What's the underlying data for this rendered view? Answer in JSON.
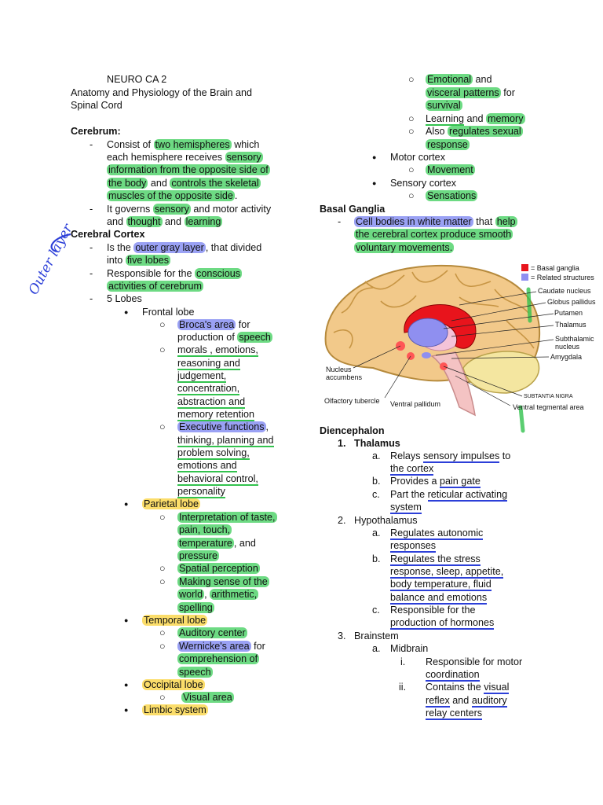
{
  "title": "NEURO CA 2",
  "subtitle_line1": "Anatomy and Physiology of the Brain and",
  "subtitle_line2": "Spinal Cord",
  "cerebrum": {
    "heading": "Cerebrum:",
    "b1_l1a": "Consist of ",
    "b1_l1b": "two hemispheres",
    "b1_l1c": " which",
    "b1_l2a": "each hemisphere receives ",
    "b1_l2b": "sensory",
    "b1_l3": "information from the opposite side of",
    "b1_l4a": "the body",
    "b1_l4b": " and ",
    "b1_l4c": "controls the skeletal",
    "b1_l5a": "muscles of the opposite side",
    "b1_l5b": ".",
    "b2_l1a": "It governs ",
    "b2_l1b": "sensory",
    "b2_l1c": " and motor activity",
    "b2_l2a": "and ",
    "b2_l2b": "thought",
    "b2_l2c": " and ",
    "b2_l2d": "learning"
  },
  "handwriting": {
    "note": "Outer layer"
  },
  "cortex": {
    "heading": "Cerebral Cortex",
    "c1a": "Is the ",
    "c1b": "outer gray layer",
    "c1c": ", that divided",
    "c2a": "into ",
    "c2b": "five lobes",
    "c3a": "Responsible for the ",
    "c3b": "conscious",
    "c4": "activities of cerebrum",
    "c5": "5 Lobes",
    "frontal": "Frontal lobe",
    "f1a": "Broca's area",
    "f1b": " for",
    "f2a": "production of ",
    "f2b": "speech",
    "f3a": "morals , emotions,",
    "f4": "reasoning and",
    "f5": "judgement,",
    "f6": "concentration,",
    "f7": "abstraction and",
    "f8": "memory retention",
    "f9a": "Executive functions",
    "f9b": ",",
    "f10": "thinking, planning and",
    "f11": "problem solving,",
    "f12": "emotions and",
    "f13": "behavioral control,",
    "f14": "personality",
    "parietal": "Parietal lobe",
    "p1": "Interpretation of taste,",
    "p2": "pain, touch,",
    "p3a": "temperature",
    "p3b": ", and",
    "p4": "pressure",
    "p5": "Spatial perception",
    "p6": "Making sense of the",
    "p7a": "world",
    "p7b": ", ",
    "p7c": "arithmetic,",
    "p8": "spelling",
    "temporal": "Temporal lobe",
    "t1": "Auditory center",
    "t2a": "Wernicke's area",
    "t2b": " for",
    "t3": "comprehension of",
    "t4": "speech",
    "occipital": "Occipital lobe",
    "o1": "Visual area",
    "limbic": "Limbic system"
  },
  "right": {
    "l1a": "Emotional",
    "l1b": " and",
    "l2a": "visceral patterns",
    "l2b": " for",
    "l3": "survival",
    "l4a": "Learning",
    "l4b": " and ",
    "l4c": "memory",
    "l5a": "Also ",
    "l5b": "regulates sexual",
    "l6": "response",
    "motor": "Motor cortex",
    "movement": "Movement",
    "sensory": "Sensory cortex",
    "sensations": "Sensations",
    "bg_heading": "Basal Ganglia",
    "bg1a": "Cell  bodies in white matter",
    "bg1b": " that ",
    "bg1c": "help",
    "bg2": "the cerebral cortex produce smooth",
    "bg3": "voluntary movements."
  },
  "figure": {
    "legend1": "= Basal ganglia",
    "legend2": "= Related structures",
    "caudate": "Caudate nucleus",
    "globus": "Globus pallidus",
    "putamen": "Putamen",
    "thalamus": "Thalamus",
    "subthal1": "Subthalamic",
    "subthal2": "nucleus",
    "amygdala": "Amygdala",
    "accumbens1": "Nucleus",
    "accumbens2": "accumbens",
    "olfactory": "Olfactory tubercle",
    "ventral_pallidum": "Ventral pallidum",
    "nigra": "SUBTANTIA NIGRA",
    "vta": "Ventral tegmental area",
    "colors": {
      "basal": "#e8141c",
      "related": "#8f8ff0"
    }
  },
  "dien": {
    "heading": "Diencephalon",
    "n1": "1.",
    "thalamus": "Thalamus",
    "t_a": "a.",
    "t_a1a": "Relays ",
    "t_a1b": "sensory impulses",
    "t_a1c": " to",
    "t_a2": "the cortex",
    "t_b": "b.",
    "t_b1a": "Provides a ",
    "t_b1b": "pain gate",
    "t_c": "c.",
    "t_c1a": "Part the ",
    "t_c1b": "reticular activating",
    "t_c2": "system",
    "n2": "2.",
    "hypo": "Hypothalamus",
    "h_a": "a.",
    "h_a1": "Regulates autonomic",
    "h_a2": "responses",
    "h_b": "b.",
    "h_b1": "Regulates the stress",
    "h_b2": "response, sleep, appetite,",
    "h_b3": "body temperature, fluid",
    "h_b4": "balance and emotions",
    "h_c": "c.",
    "h_c1": "Responsible for the",
    "h_c2": "production of hormones",
    "n3": "3.",
    "brainstem": "Brainstem",
    "bs_a": "a.",
    "midbrain": "Midbrain",
    "m_i": "i.",
    "m_i1": "Responsible for motor",
    "m_i2": "coordination",
    "m_ii": "ii.",
    "m_ii1a": "Contains the ",
    "m_ii1b": "visual",
    "m_ii2a": "reflex",
    "m_ii2b": " and ",
    "m_ii2c": "auditory",
    "m_ii3": "relay centers"
  },
  "bullets": {
    "dash": "-",
    "dot": "●",
    "circle": "○"
  }
}
